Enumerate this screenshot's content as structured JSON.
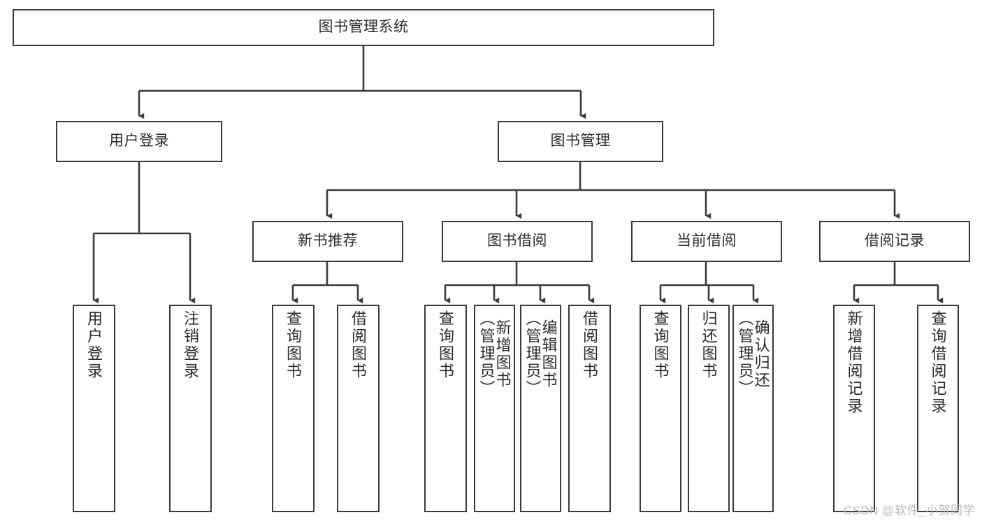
{
  "diagram": {
    "title": "图书管理系统",
    "type": "tree-hierarchy-chart",
    "watermark": "CSDN @软件_小贺同学",
    "colors": {
      "box_border": "#3a3a3a",
      "box_fill": "#ffffff",
      "text": "#2b2b2b",
      "edge": "#3a3a3a",
      "watermark": "#b9b9b9",
      "background": "#ffffff"
    },
    "root": {
      "label": "图书管理系统"
    },
    "level2": [
      {
        "label": "用户登录"
      },
      {
        "label": "图书管理"
      }
    ],
    "level3": [
      {
        "label": "新书推荐"
      },
      {
        "label": "图书借阅"
      },
      {
        "label": "当前借阅"
      },
      {
        "label": "借阅记录"
      }
    ],
    "leaves": {
      "user_login": [
        {
          "label": "用户登录"
        },
        {
          "label": "注销登录"
        }
      ],
      "new_book_recommend": [
        {
          "label": "查询图书"
        },
        {
          "label": "借阅图书"
        }
      ],
      "book_borrow": [
        {
          "label": "查询图书"
        },
        {
          "label": "新增图书\n（管理员）"
        },
        {
          "label": "编辑图书\n（管理员）"
        },
        {
          "label": "借阅图书"
        }
      ],
      "current_borrow": [
        {
          "label": "查询图书"
        },
        {
          "label": "归还图书"
        },
        {
          "label": "确认归还\n（管理员）"
        }
      ],
      "borrow_record": [
        {
          "label": "新增借阅记录"
        },
        {
          "label": "查询借阅记录"
        }
      ]
    }
  }
}
